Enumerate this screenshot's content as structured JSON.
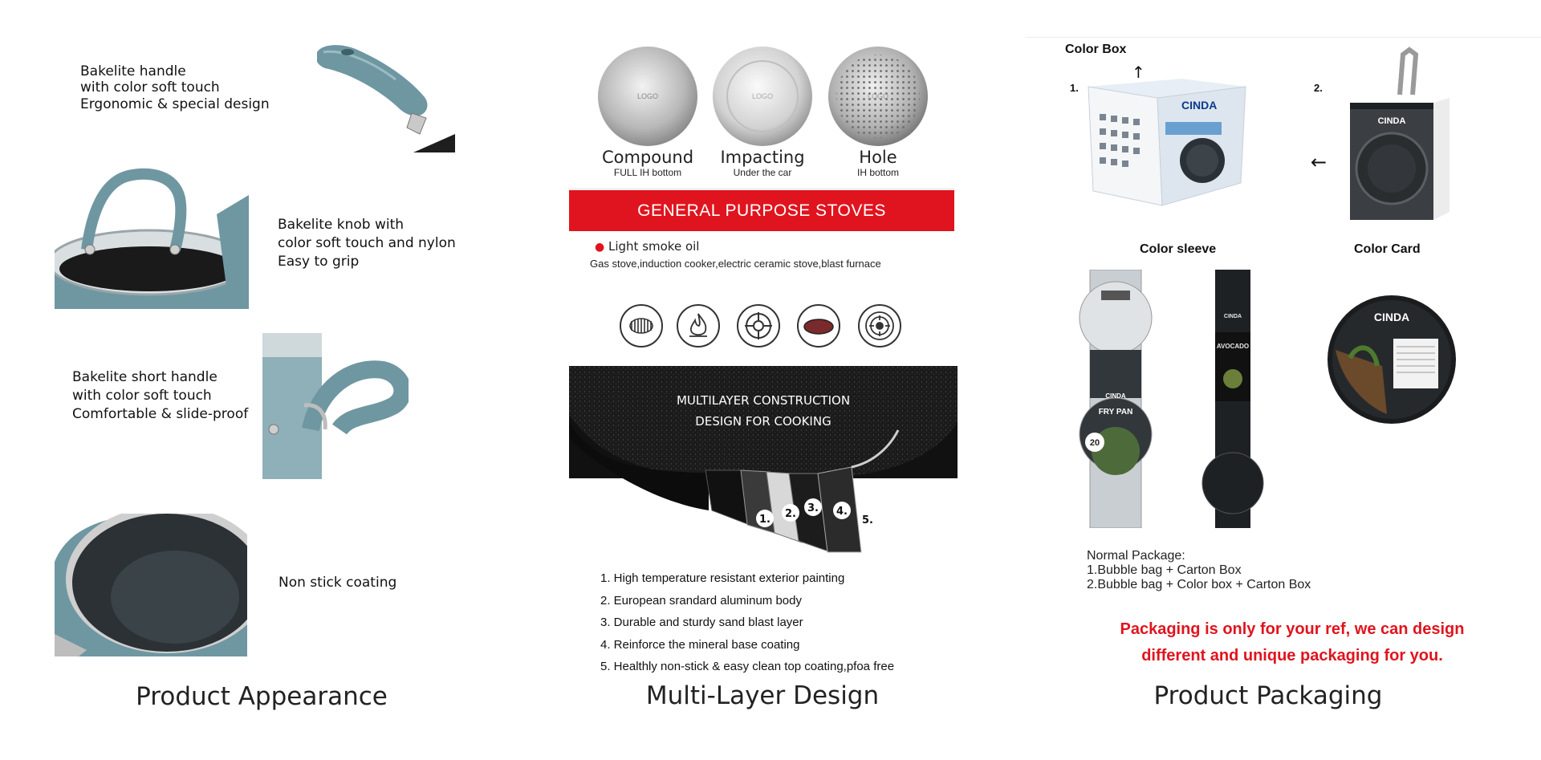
{
  "appearance": {
    "caption": "Product Appearance",
    "features": [
      {
        "lines": [
          "Bakelite handle",
          "with color soft touch",
          "Ergonomic & special design"
        ]
      },
      {
        "lines": [
          "Bakelite knob with",
          "color soft touch and nylon",
          "Easy to grip"
        ]
      },
      {
        "lines": [
          "Bakelite short handle",
          "with color soft touch",
          "Comfortable & slide-proof"
        ]
      },
      {
        "lines": [
          "Non stick coating"
        ]
      }
    ]
  },
  "multilayer": {
    "caption": "Multi-Layer Design",
    "bottoms": [
      {
        "title": "Compound",
        "sub": "FULL IH bottom",
        "logo": "LOGO"
      },
      {
        "title": "Impacting",
        "sub": "Under the car",
        "logo": "LOGO"
      },
      {
        "title": "Hole",
        "sub": "IH bottom",
        "logo": "LOGO"
      }
    ],
    "banner": "GENERAL PURPOSE STOVES",
    "oil_bullet": "Light smoke oil",
    "stoves_text": "Gas stove,induction cooker,electric ceramic stove,blast furnace",
    "stove_icons": [
      "induction-coil-icon",
      "gas-flame-icon",
      "gas-burner-icon",
      "ceramic-plate-icon",
      "electric-hob-icon"
    ],
    "pan_headline": [
      "MULTILAYER CONSTRUCTION",
      "DESIGN FOR COOKING"
    ],
    "layer_markers": [
      "1.",
      "2.",
      "3.",
      "4.",
      "5."
    ],
    "layers": [
      "1. High temperature resistant exterior painting",
      "2. European srandard aluminum body",
      "3. Durable and sturdy sand blast layer",
      "4. Reinforce the mineral base coating",
      "5. Healthly non-stick & easy clean top coating,pfoa free"
    ]
  },
  "packaging": {
    "caption": "Product Packaging",
    "color_box_title": "Color Box",
    "box1_num": "1.",
    "box2_num": "2.",
    "brand": "CINDA",
    "color_sleeve_title": "Color sleeve",
    "color_card_title": "Color Card",
    "sleeve1_size": "20",
    "sleeve1_label": "FRY PAN",
    "sleeve2_label": "AVOCADO",
    "normal_package_title": "Normal Package:",
    "normal_package_items": [
      "1.Bubble bag + Carton Box",
      "2.Bubble bag + Color box + Carton Box"
    ],
    "note_lines": [
      "Packaging is only for your ref, we can design",
      "different and unique packaging for you."
    ],
    "accent_red": "#e0141e"
  }
}
